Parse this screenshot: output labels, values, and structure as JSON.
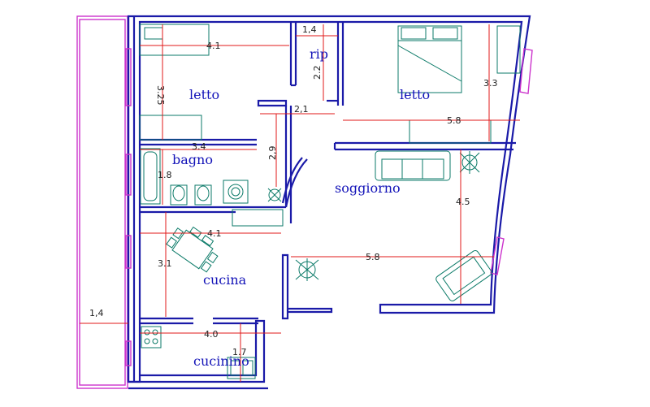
{
  "colors": {
    "walls": "#1a1aa8",
    "windows": "#cc33cc",
    "furniture": "#0b7a68",
    "dimensions": "#e01818",
    "room_labels": "#1313b8",
    "background": "#ffffff"
  },
  "rooms": {
    "letto_left": "letto",
    "rip": "rip",
    "letto_right": "letto",
    "bagno": "bagno",
    "soggiorno": "soggiorno",
    "cucina": "cucina",
    "cucinino": "cucinino"
  },
  "dimensions": {
    "d_4_1_top": "4.1",
    "d_1_4_top": "1,4",
    "d_3_25": "3.25",
    "d_2_2": "2.2",
    "d_3_3": "3.3",
    "d_2_1": "2,1",
    "d_5_8_top": "5.8",
    "d_3_4": "3.4",
    "d_1_8": "1.8",
    "d_2_9": "2,9",
    "d_4_5": "4.5",
    "d_4_1_mid": "4.1",
    "d_3_1": "3.1",
    "d_5_8_mid": "5.8",
    "d_1_4_balcony": "1,4",
    "d_4_0": "4.0",
    "d_1_7": "1.7"
  }
}
